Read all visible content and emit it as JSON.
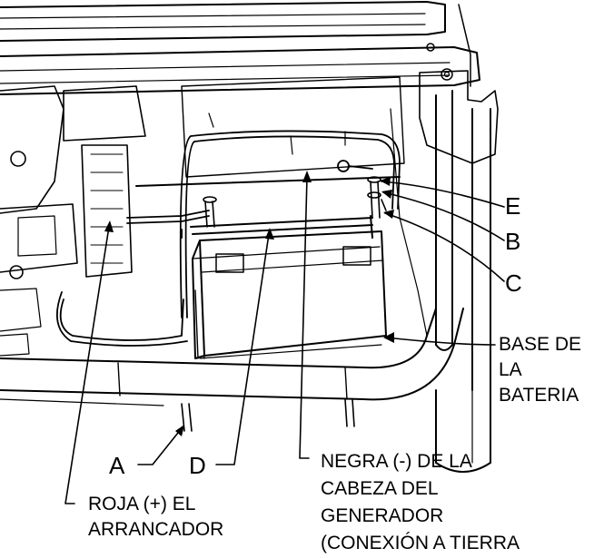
{
  "callouts": {
    "A": "A",
    "B": "B",
    "C": "C",
    "D": "D",
    "E": "E"
  },
  "battery_base_label": [
    "BASE DE",
    "LA",
    "BATERIA"
  ],
  "red_cable_label": [
    "ROJA (+) EL",
    "ARRANCADOR"
  ],
  "black_cable_label": [
    "NEGRA (-) DE LA",
    "CABEZA DEL",
    "GENERADOR",
    "(CONEXIÓN A TIERRA"
  ]
}
